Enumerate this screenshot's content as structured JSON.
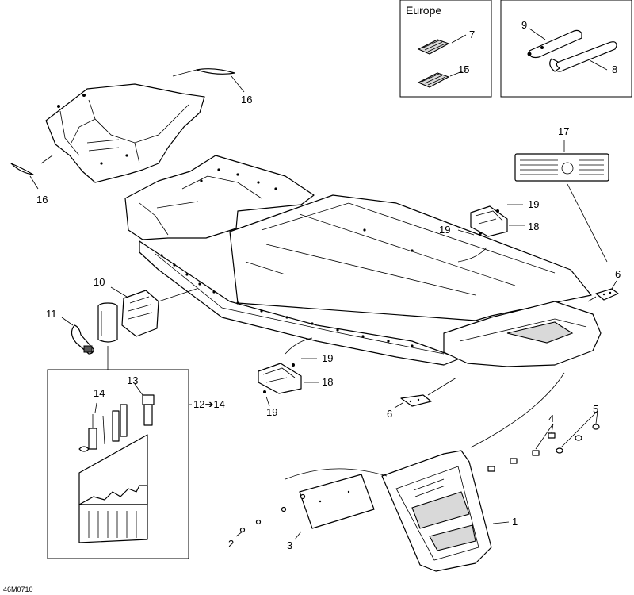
{
  "diagram": {
    "code": "46M0710",
    "inset_region": "Europe",
    "kit_callout": "12➔14",
    "callouts": {
      "c1": "1",
      "c2": "2",
      "c3": "3",
      "c4": "4",
      "c5": "5",
      "c6a": "6",
      "c6b": "6",
      "c7": "7",
      "c8": "8",
      "c9": "9",
      "c10": "10",
      "c11": "11",
      "c13": "13",
      "c14": "14",
      "c15": "15",
      "c16a": "16",
      "c16b": "16",
      "c17": "17",
      "c18a": "18",
      "c18b": "18",
      "c19a": "19",
      "c19b": "19",
      "c19c": "19",
      "c19d": "19"
    }
  }
}
